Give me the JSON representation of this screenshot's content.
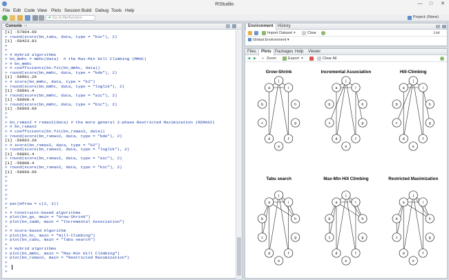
{
  "window": {
    "title": "RStudio",
    "minimize": "—",
    "maximize": "□",
    "close": "✕"
  },
  "menu": [
    "File",
    "Edit",
    "Code",
    "View",
    "Plots",
    "Session",
    "Build",
    "Debug",
    "Tools",
    "Help"
  ],
  "toolbar": {
    "goto_placeholder": "Go to file/function",
    "project": "Project: (None)"
  },
  "console": {
    "title": "Console",
    "path": "~/",
    "lines": [
      {
        "t": "out",
        "s": "[1] -57904.69"
      },
      {
        "t": "cmd",
        "s": "> round(score(bn_tabu, data, type = \"bic\"), 2)"
      },
      {
        "t": "out",
        "s": "[1] -58423.83"
      },
      {
        "t": "cmd",
        "s": ">"
      },
      {
        "t": "cmd",
        "s": ">"
      },
      {
        "t": "cmd",
        "s": "> # Hybrid algorithms"
      },
      {
        "t": "cmd",
        "s": "> bn_mmhc = mmhc(data)  # the Max-Min Hill Climbing (MMHC)"
      },
      {
        "t": "cmd",
        "s": "> # bn_mmhc"
      },
      {
        "t": "cmd",
        "s": "> # coefficients(bn.fit(bn_mmhc, data))"
      },
      {
        "t": "cmd",
        "s": "> round(score(bn_mmhc, data, type = \"bde\"), 2)"
      },
      {
        "t": "out",
        "s": "[1] -58961.29"
      },
      {
        "t": "cmd",
        "s": "> # score(bn_mmhc, data, type = \"k2\")"
      },
      {
        "t": "cmd",
        "s": "> round(score(bn_mmhc, data, type = \"loglik\"), 2)"
      },
      {
        "t": "out",
        "s": "[1] -58891.4"
      },
      {
        "t": "cmd",
        "s": "> round(score(bn_mmhc, data, type = \"aic\"), 2)"
      },
      {
        "t": "out",
        "s": "[1] -58908.4"
      },
      {
        "t": "cmd",
        "s": "> round(score(bn_mmhc, data, type = \"bic\"), 2)"
      },
      {
        "t": "out",
        "s": "[1] -58969.69"
      },
      {
        "t": "cmd",
        "s": ">"
      },
      {
        "t": "cmd",
        "s": ">"
      },
      {
        "t": "cmd",
        "s": "> bn_rsmax2 = rsmax2(data) # the more general 2-phase Restricted Maximization (RSMAX2)"
      },
      {
        "t": "cmd",
        "s": "> # bn_rsmax2"
      },
      {
        "t": "cmd",
        "s": "> # coefficients(bn.fit(bn_rsmax2, data))"
      },
      {
        "t": "cmd",
        "s": "> round(score(bn_rsmax2, data, type = \"bde\"), 2)"
      },
      {
        "t": "out",
        "s": "[1] -58963.29"
      },
      {
        "t": "cmd",
        "s": "> # score(bn_rsmax2, data, type = \"k2\")"
      },
      {
        "t": "cmd",
        "s": "> round(score(bn_rsmax2, data, type = \"loglik\"), 2)"
      },
      {
        "t": "out",
        "s": "[1] -58891.4"
      },
      {
        "t": "cmd",
        "s": "> round(score(bn_rsmax2, data, type = \"aic\"), 2)"
      },
      {
        "t": "out",
        "s": "[1] -58908.4"
      },
      {
        "t": "cmd",
        "s": "> round(score(bn_rsmax2, data, type = \"bic\"), 2)"
      },
      {
        "t": "out",
        "s": "[1] -58969.69"
      },
      {
        "t": "cmd",
        "s": ">"
      },
      {
        "t": "cmd",
        "s": ">"
      },
      {
        "t": "cmd",
        "s": ">"
      },
      {
        "t": "cmd",
        "s": ">"
      },
      {
        "t": "cmd",
        "s": ">"
      },
      {
        "t": "cmd",
        "s": ">"
      },
      {
        "t": "cmd",
        "s": "> par(mfrow = c(2, 3))"
      },
      {
        "t": "cmd",
        "s": ">"
      },
      {
        "t": "cmd",
        "s": "> # Constraint-based algorithms"
      },
      {
        "t": "cmd",
        "s": "> plot(bn_gs, main = \"Grow-Shrink\")"
      },
      {
        "t": "cmd",
        "s": "> plot(bn_iamb, main = \"Incremental Association\")"
      },
      {
        "t": "cmd",
        "s": ">"
      },
      {
        "t": "cmd",
        "s": "> # Score-based Algorithm"
      },
      {
        "t": "cmd",
        "s": "> plot(bn_hc, main = \"Hill-Climbing\")"
      },
      {
        "t": "cmd",
        "s": "> plot(bn_tabu, main = \"Tabu search\")"
      },
      {
        "t": "cmd",
        "s": ">"
      },
      {
        "t": "cmd",
        "s": "> # Hybrid algorithms"
      },
      {
        "t": "cmd",
        "s": "> plot(bn_mmhc, main = \"Max-Min Hill Climbing\")"
      },
      {
        "t": "cmd",
        "s": "> plot(bn_rsmax2, main = \"Restricted Maximization\")"
      },
      {
        "t": "cmd",
        "s": ">"
      },
      {
        "t": "cmd",
        "s": ">"
      },
      {
        "t": "cmd",
        "s": ">"
      }
    ]
  },
  "env_pane": {
    "tabs": [
      "Environment",
      "History"
    ],
    "import_label": "Import Dataset",
    "clear_label": "Clear",
    "list_label": "List",
    "scope_label": "Global Environment"
  },
  "plots_pane": {
    "tabs": [
      "Files",
      "Plots",
      "Packages",
      "Help",
      "Viewer"
    ],
    "zoom_label": "Zoom",
    "export_label": "Export",
    "clear_all_label": "Clear All"
  },
  "plots": [
    {
      "title": "Grow-Shrink"
    },
    {
      "title": "Incremental Association"
    },
    {
      "title": "Hill-Climbing"
    },
    {
      "title": "Tabu search"
    },
    {
      "title": "Max-Min Hill Climbing"
    },
    {
      "title": "Restricted Maximization"
    }
  ],
  "node_labels": [
    "j",
    "a",
    "i",
    "b",
    "h",
    "c",
    "g",
    "d",
    "f",
    "e"
  ]
}
